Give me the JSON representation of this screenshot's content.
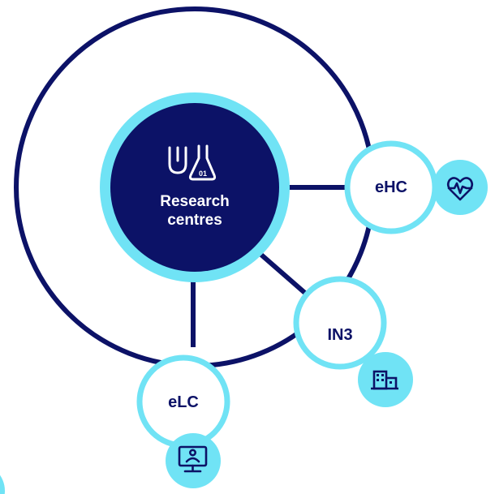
{
  "center": {
    "line1": "Research",
    "line2": "centres",
    "icon": "flask-icon",
    "icon_text": "01"
  },
  "nodes": [
    {
      "id": "ehc",
      "label": "eHC",
      "icon": "heart-pulse-icon"
    },
    {
      "id": "in3",
      "label": "IN3",
      "icon": "building-icon"
    },
    {
      "id": "elc",
      "label": "eLC",
      "icon": "computer-user-icon"
    }
  ],
  "colors": {
    "navy": "#0c1267",
    "light_blue": "#70e3f5",
    "white": "#ffffff"
  }
}
